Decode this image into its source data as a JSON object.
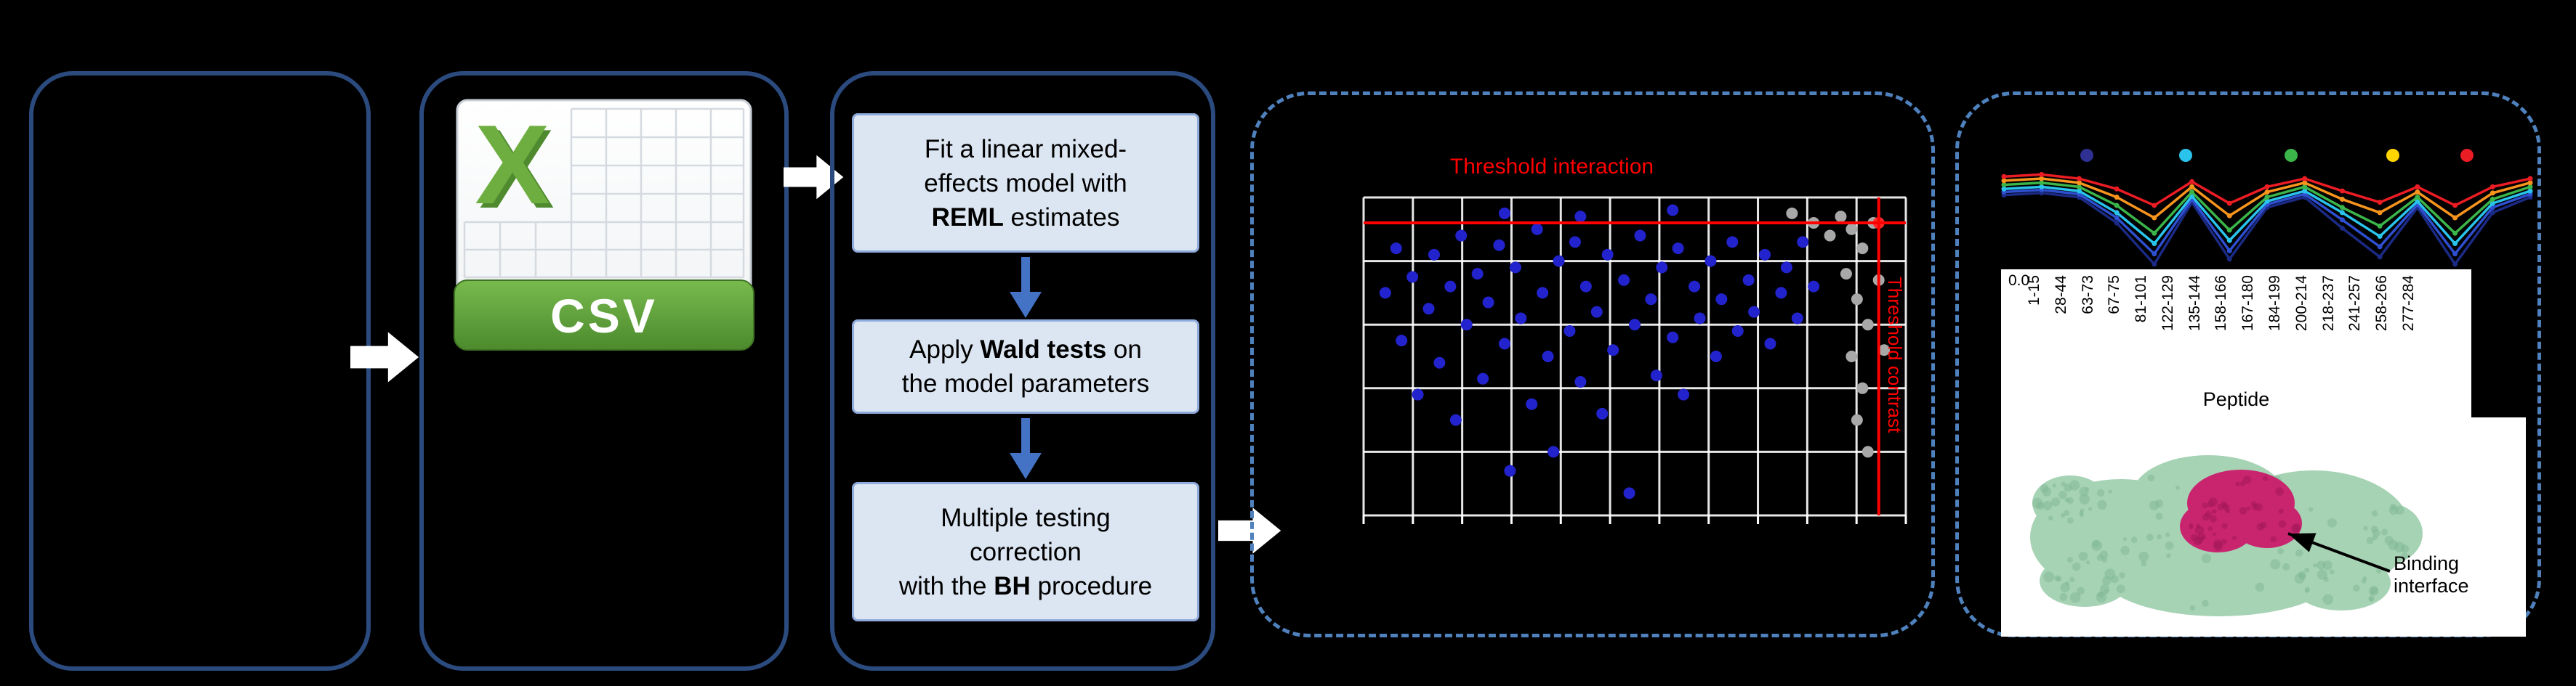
{
  "colors": {
    "background": "#000000",
    "panel_border": "#2B4A7E",
    "dashed_border": "#4F81BD",
    "box_fill": "#DCE6F2",
    "box_border": "#8FAADC",
    "flow_arrow": "#FFFFFF",
    "step_arrow": "#4472C4",
    "threshold": "#FF0000",
    "grid_line": "#FFFFFF",
    "csv_green": "#5DA33A",
    "protein_surface": "#A7D3B5",
    "binding_site": "#C9256F"
  },
  "csv_icon": {
    "letter": "X",
    "label": "CSV"
  },
  "steps": [
    {
      "segments": [
        {
          "t": "Fit a linear mixed-\neffects model with\n"
        },
        {
          "t": "REML",
          "b": true
        },
        {
          "t": " estimates"
        }
      ]
    },
    {
      "segments": [
        {
          "t": "Apply "
        },
        {
          "t": "Wald tests",
          "b": true
        },
        {
          "t": " on\nthe model parameters"
        }
      ]
    },
    {
      "segments": [
        {
          "t": "Multiple testing\ncorrection\nwith the "
        },
        {
          "t": "BH",
          "b": true
        },
        {
          "t": " procedure"
        }
      ]
    }
  ],
  "chart_data": [
    {
      "type": "scatter",
      "title": "Threshold interaction",
      "right_label": "Threshold contrast",
      "xlabel": "",
      "ylabel": "",
      "grid": {
        "cols": 11,
        "rows": 5
      },
      "threshold_h_pct": 8,
      "threshold_v_pct": 95,
      "series": [
        {
          "name": "significant",
          "color": "#2323CE",
          "points_pct": [
            [
              4,
              30
            ],
            [
              6,
              16
            ],
            [
              7,
              45
            ],
            [
              9,
              25
            ],
            [
              10,
              62
            ],
            [
              12,
              35
            ],
            [
              13,
              18
            ],
            [
              14,
              52
            ],
            [
              16,
              28
            ],
            [
              17,
              70
            ],
            [
              18,
              12
            ],
            [
              19,
              40
            ],
            [
              21,
              24
            ],
            [
              22,
              57
            ],
            [
              23,
              33
            ],
            [
              25,
              15
            ],
            [
              26,
              46
            ],
            [
              26,
              5
            ],
            [
              27,
              86
            ],
            [
              28,
              22
            ],
            [
              29,
              38
            ],
            [
              31,
              65
            ],
            [
              32,
              10
            ],
            [
              33,
              30
            ],
            [
              34,
              50
            ],
            [
              35,
              80
            ],
            [
              36,
              20
            ],
            [
              38,
              42
            ],
            [
              39,
              14
            ],
            [
              40,
              6
            ],
            [
              40,
              58
            ],
            [
              41,
              28
            ],
            [
              43,
              36
            ],
            [
              44,
              68
            ],
            [
              45,
              18
            ],
            [
              46,
              48
            ],
            [
              48,
              26
            ],
            [
              49,
              93
            ],
            [
              50,
              40
            ],
            [
              51,
              12
            ],
            [
              53,
              32
            ],
            [
              54,
              56
            ],
            [
              55,
              22
            ],
            [
              57,
              4
            ],
            [
              57,
              44
            ],
            [
              58,
              16
            ],
            [
              59,
              62
            ],
            [
              61,
              28
            ],
            [
              62,
              38
            ],
            [
              64,
              20
            ],
            [
              65,
              50
            ],
            [
              66,
              32
            ],
            [
              68,
              14
            ],
            [
              69,
              42
            ],
            [
              71,
              26
            ],
            [
              72,
              36
            ],
            [
              74,
              18
            ],
            [
              75,
              46
            ],
            [
              77,
              30
            ],
            [
              78,
              22
            ],
            [
              80,
              38
            ],
            [
              81,
              14
            ],
            [
              83,
              28
            ]
          ]
        },
        {
          "name": "not_significant",
          "color": "#A8A8A8",
          "points_pct": [
            [
              79,
              5
            ],
            [
              83,
              8
            ],
            [
              86,
              12
            ],
            [
              88,
              6
            ],
            [
              90,
              10
            ],
            [
              92,
              16
            ],
            [
              89,
              24
            ],
            [
              91,
              32
            ],
            [
              93,
              40
            ],
            [
              90,
              50
            ],
            [
              92,
              60
            ],
            [
              91,
              70
            ],
            [
              93,
              80
            ],
            [
              95,
              26
            ],
            [
              96,
              48
            ],
            [
              94,
              8
            ]
          ]
        },
        {
          "name": "threshold_intersection",
          "color": "#FF2A2A",
          "points_pct": [
            [
              95,
              8
            ]
          ]
        }
      ]
    },
    {
      "type": "line",
      "categories": [
        "1-15",
        "28-44",
        "63-73",
        "67-75",
        "81-101",
        "122-129",
        "135-144",
        "158-166",
        "167-180",
        "184-199",
        "200-214",
        "218-237",
        "241-257",
        "258-266",
        "277-284"
      ],
      "xlabel": "Peptide",
      "ytick": "0.0",
      "legend_dots": [
        "#2E3192",
        "#29C3EC",
        "#3BB54A",
        "#FFD400",
        "#EC1C24"
      ],
      "series": [
        {
          "name": "series_navy",
          "color": "#1B2A85",
          "values": [
            0.72,
            0.74,
            0.7,
            0.45,
            0.05,
            0.65,
            0.1,
            0.6,
            0.7,
            0.4,
            0.12,
            0.6,
            0.05,
            0.55,
            0.7
          ]
        },
        {
          "name": "series_blue",
          "color": "#2E4FD0",
          "values": [
            0.75,
            0.77,
            0.73,
            0.5,
            0.15,
            0.68,
            0.18,
            0.63,
            0.73,
            0.48,
            0.22,
            0.63,
            0.15,
            0.6,
            0.73
          ]
        },
        {
          "name": "series_cyan",
          "color": "#29C3EC",
          "values": [
            0.78,
            0.8,
            0.76,
            0.55,
            0.25,
            0.71,
            0.28,
            0.66,
            0.76,
            0.55,
            0.32,
            0.66,
            0.25,
            0.64,
            0.76
          ]
        },
        {
          "name": "series_green",
          "color": "#3BB54A",
          "values": [
            0.82,
            0.84,
            0.8,
            0.62,
            0.35,
            0.75,
            0.38,
            0.7,
            0.8,
            0.6,
            0.42,
            0.7,
            0.35,
            0.68,
            0.8
          ]
        },
        {
          "name": "series_orange",
          "color": "#F7941D",
          "values": [
            0.86,
            0.88,
            0.84,
            0.7,
            0.5,
            0.8,
            0.52,
            0.75,
            0.84,
            0.68,
            0.55,
            0.75,
            0.5,
            0.74,
            0.84
          ]
        },
        {
          "name": "series_red",
          "color": "#EC1C24",
          "values": [
            0.9,
            0.92,
            0.88,
            0.78,
            0.62,
            0.85,
            0.64,
            0.8,
            0.88,
            0.76,
            0.65,
            0.8,
            0.62,
            0.8,
            0.88
          ]
        }
      ]
    }
  ],
  "hdx_panel": {
    "ytick": "0.0",
    "xlabel": "Peptide",
    "annotation": "Binding interface"
  }
}
